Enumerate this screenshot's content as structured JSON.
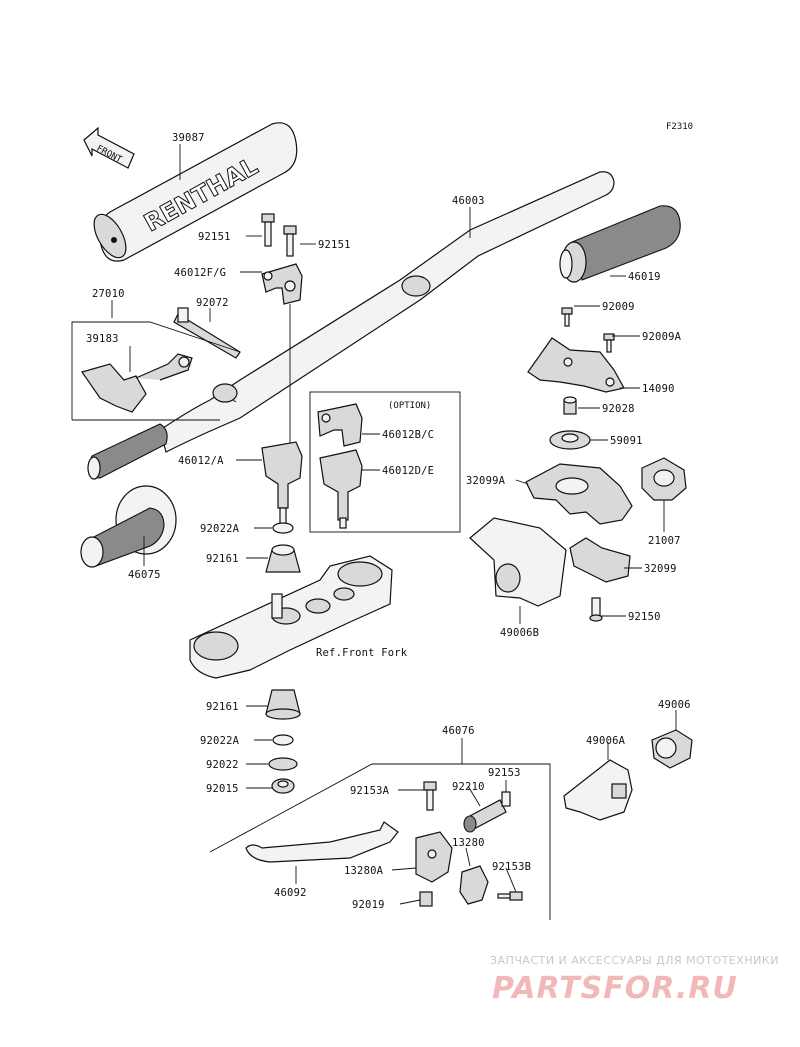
{
  "figure_code": "F2310",
  "front_label": "FRONT",
  "pad_brand": "RENTHAL",
  "option_label": "(OPTION)",
  "ref_label": "Ref.Front Fork",
  "watermark": {
    "caption": "ЗАПЧАСТИ И АКСЕССУАРЫ ДЛЯ МОТОТЕХНИКИ",
    "site": "PARTSFOR.RU"
  },
  "parts": {
    "p39087": "39087",
    "p46003": "46003",
    "p92151a": "92151",
    "p92151b": "92151",
    "p46012fg": "46012F/G",
    "p27010": "27010",
    "p92072": "92072",
    "p39183": "39183",
    "p46019": "46019",
    "p92009": "92009",
    "p92009a": "92009A",
    "p14090": "14090",
    "p92028": "92028",
    "p59091": "59091",
    "p46012bc": "46012B/C",
    "p46012de": "46012D/E",
    "p46012a": "46012/A",
    "p32099a": "32099A",
    "p21007": "21007",
    "p32099": "32099",
    "p92150": "92150",
    "p49006b": "49006B",
    "p92022a_top": "92022A",
    "p92161_top": "92161",
    "p46075": "46075",
    "p92161_bot": "92161",
    "p92022a_bot": "92022A",
    "p92022": "92022",
    "p92015": "92015",
    "p46076": "46076",
    "p92153a": "92153A",
    "p92153": "92153",
    "p92210": "92210",
    "p13280": "13280",
    "p13280a": "13280A",
    "p92153b": "92153B",
    "p92019": "92019",
    "p46092": "46092",
    "p49006": "49006",
    "p49006a": "49006A"
  }
}
